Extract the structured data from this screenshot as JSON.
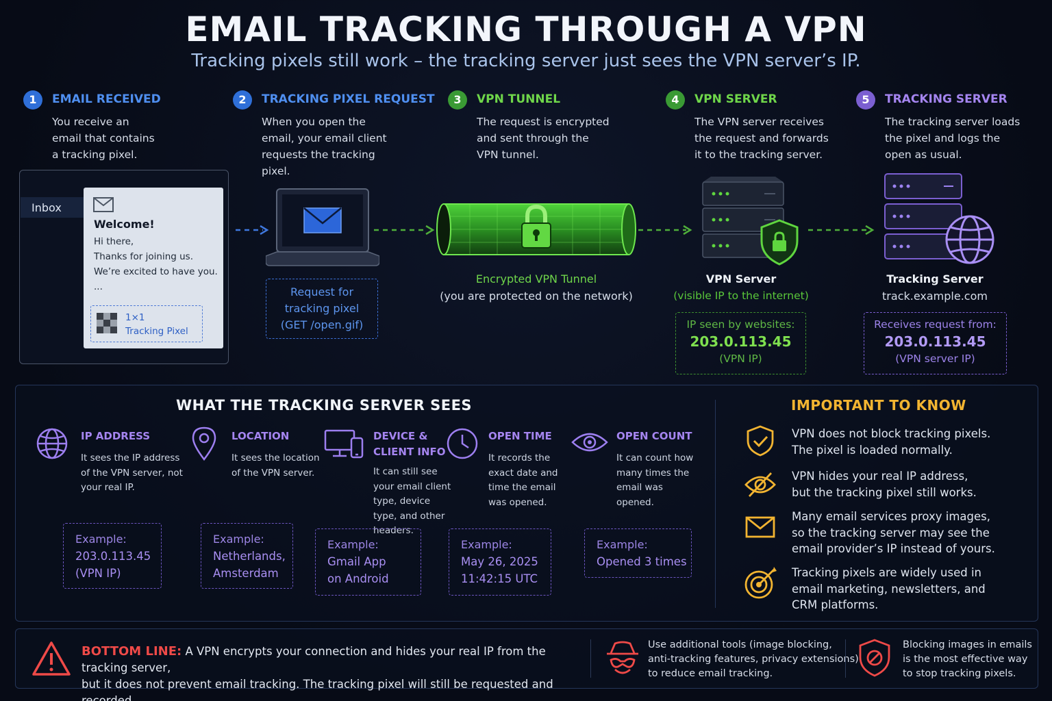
{
  "header": {
    "title": "EMAIL TRACKING THROUGH A VPN",
    "subtitle": "Tracking pixels still work – the tracking server just sees the VPN server’s IP."
  },
  "steps": [
    {
      "num": "1",
      "title": "EMAIL RECEIVED",
      "desc": "You receive an email that contains a tracking pixel."
    },
    {
      "num": "2",
      "title": "TRACKING PIXEL REQUEST",
      "desc": "When you open the email, your email client requests the tracking pixel."
    },
    {
      "num": "3",
      "title": "VPN TUNNEL",
      "desc": "The request is encrypted and sent through the VPN tunnel."
    },
    {
      "num": "4",
      "title": "VPN SERVER",
      "desc": "The VPN server receives the request and forwards it to the tracking server."
    },
    {
      "num": "5",
      "title": "TRACKING SERVER",
      "desc": "The tracking server loads the pixel and logs the open as usual."
    }
  ],
  "inbox": {
    "label": "Inbox",
    "email_title": "Welcome!",
    "lines": [
      "Hi there,",
      "Thanks for joining us.",
      "We’re excited to have you.",
      "..."
    ],
    "pixel_line1": "1×1",
    "pixel_line2": "Tracking Pixel"
  },
  "request": {
    "line1": "Request for",
    "line2": "tracking pixel",
    "line3": "(GET /open.gif)"
  },
  "tunnel": {
    "label": "Encrypted VPN Tunnel",
    "sub": "(you are protected on the network)"
  },
  "vpn_server": {
    "label": "VPN Server",
    "sub": "(visible IP to the internet)",
    "box_line1": "IP seen by websites:",
    "box_ip": "203.0.113.45",
    "box_line3": "(VPN IP)"
  },
  "tracking_server": {
    "label": "Tracking Server",
    "sub": "track.example.com",
    "box_line1": "Receives request from:",
    "box_ip": "203.0.113.45",
    "box_line3": "(VPN server IP)"
  },
  "sees": {
    "title": "WHAT THE TRACKING SERVER SEES",
    "items": [
      {
        "title": "IP ADDRESS",
        "desc": "It sees the IP address of the VPN server, not your real IP.",
        "ex_head": "Example:",
        "ex_l1": "203.0.113.45",
        "ex_l2": "(VPN IP)"
      },
      {
        "title": "LOCATION",
        "desc": "It sees the location of the VPN server.",
        "ex_head": "Example:",
        "ex_l1": "Netherlands,",
        "ex_l2": "Amsterdam"
      },
      {
        "title_l1": "DEVICE &",
        "title_l2": "CLIENT INFO",
        "desc": "It can still see your email client type, device type, and other headers.",
        "ex_head": "Example:",
        "ex_l1": "Gmail App",
        "ex_l2": "on Android"
      },
      {
        "title": "OPEN TIME",
        "desc": "It records the exact date and time the email was opened.",
        "ex_head": "Example:",
        "ex_l1": "May 26, 2025",
        "ex_l2": "11:42:15 UTC"
      },
      {
        "title": "OPEN COUNT",
        "desc": "It can count how many times the email was opened.",
        "ex_head": "Example:",
        "ex_l1": "Opened 3 times"
      }
    ]
  },
  "know": {
    "title": "IMPORTANT TO KNOW",
    "items": [
      {
        "l1": "VPN does not block tracking pixels.",
        "l2": "The pixel is loaded normally."
      },
      {
        "l1": "VPN hides your real IP address,",
        "l2": "but the tracking pixel still works."
      },
      {
        "l1": "Many email services proxy images,",
        "l2": "so the tracking server may see the",
        "l3": "email provider’s IP instead of yours."
      },
      {
        "l1": "Tracking pixels are widely used in",
        "l2": "email marketing, newsletters, and",
        "l3": "CRM platforms."
      }
    ]
  },
  "bottom": {
    "head": "BOTTOM LINE:",
    "text1": " A VPN encrypts your connection and hides your real IP from the tracking server,",
    "text2": "but it does not prevent email tracking. The tracking pixel will still be requested and recorded.",
    "tip1_l1": "Use additional tools (image blocking,",
    "tip1_l2": "anti-tracking features, privacy extensions)",
    "tip1_l3": "to reduce email tracking.",
    "tip2_l1": "Blocking images in emails",
    "tip2_l2": "is the most effective way",
    "tip2_l3": "to stop tracking pixels."
  },
  "colors": {
    "blue": "#4f8ff0",
    "green": "#6fd64a",
    "purple": "#a585f0",
    "amber": "#f2b431",
    "red": "#ef4a48"
  }
}
